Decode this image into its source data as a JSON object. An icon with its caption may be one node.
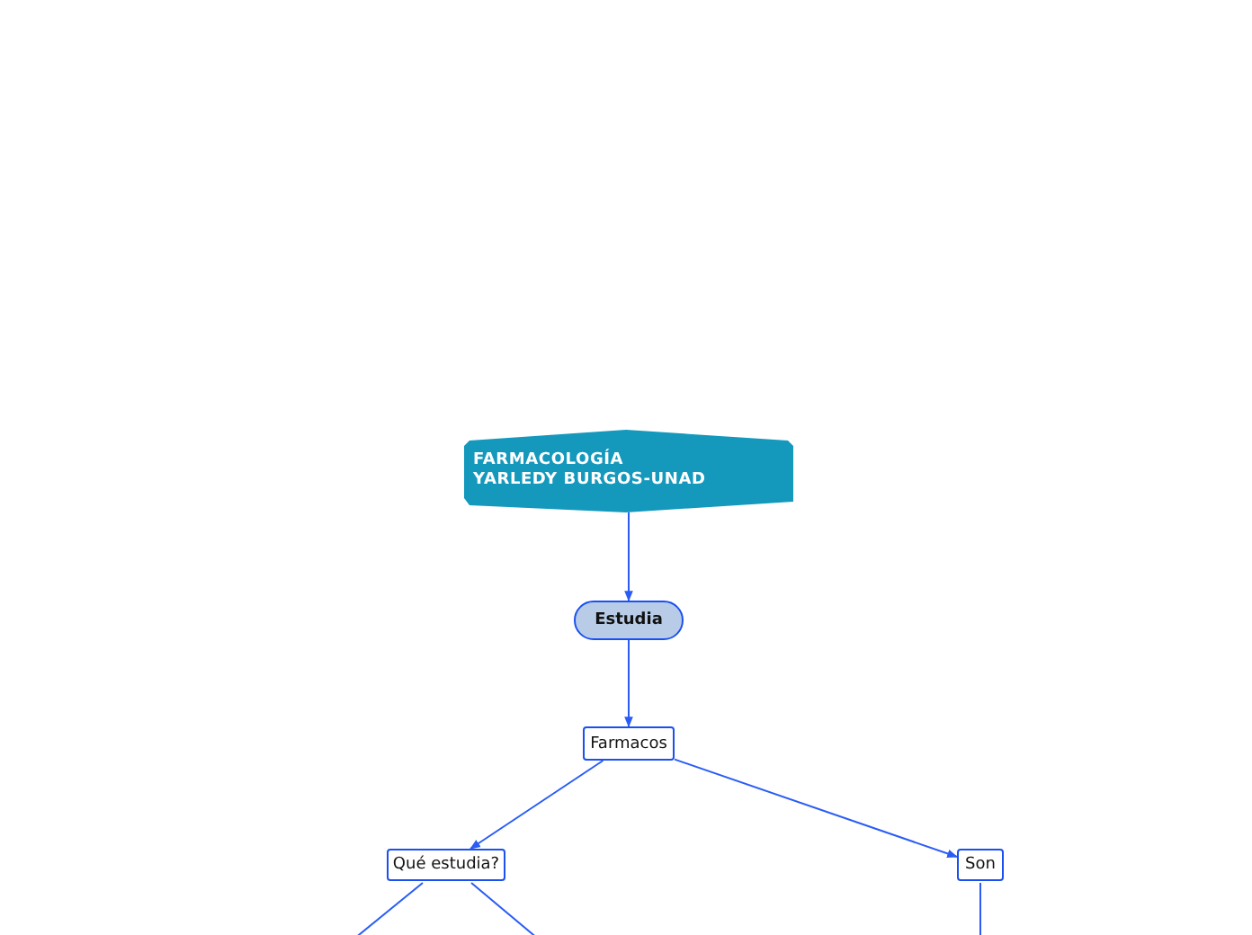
{
  "diagram": {
    "nodes": [
      {
        "text": [
          "FARMACOLOGÍA",
          "YARLEDY BURGOS-UNAD"
        ]
      },
      {
        "text": [
          "Estudia"
        ]
      },
      {
        "text": [
          "Farmacos"
        ]
      },
      {
        "text": [
          "Qué estudia?"
        ]
      },
      {
        "text": [
          "Son"
        ]
      }
    ],
    "edges": [
      {
        "from": 0,
        "to": 1,
        "arrow": "to"
      },
      {
        "from": 1,
        "to": 2,
        "arrow": "to"
      },
      {
        "from": 2,
        "to": 3,
        "arrow": "to"
      },
      {
        "from": 2,
        "to": 4,
        "arrow": "to"
      },
      {
        "from": 3,
        "to": null,
        "arrow": "none"
      },
      {
        "from": 3,
        "to": null,
        "arrow": "none"
      },
      {
        "from": 4,
        "to": null,
        "arrow": "none"
      }
    ]
  }
}
